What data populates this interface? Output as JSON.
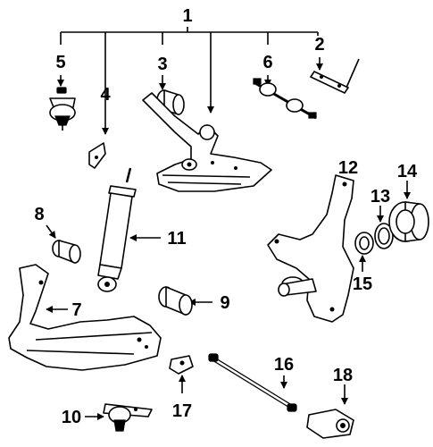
{
  "diagram": {
    "callouts": [
      {
        "key": "c1",
        "text": "1"
      },
      {
        "key": "c2",
        "text": "2"
      },
      {
        "key": "c3",
        "text": "3"
      },
      {
        "key": "c4",
        "text": "4"
      },
      {
        "key": "c5",
        "text": "5"
      },
      {
        "key": "c6",
        "text": "6"
      },
      {
        "key": "c7",
        "text": "7"
      },
      {
        "key": "c8",
        "text": "8"
      },
      {
        "key": "c9",
        "text": "9"
      },
      {
        "key": "c10",
        "text": "10"
      },
      {
        "key": "c11",
        "text": "11"
      },
      {
        "key": "c12",
        "text": "12"
      },
      {
        "key": "c13",
        "text": "13"
      },
      {
        "key": "c14",
        "text": "14"
      },
      {
        "key": "c15",
        "text": "15"
      },
      {
        "key": "c16",
        "text": "16"
      },
      {
        "key": "c17",
        "text": "17"
      },
      {
        "key": "c18",
        "text": "18"
      }
    ]
  }
}
